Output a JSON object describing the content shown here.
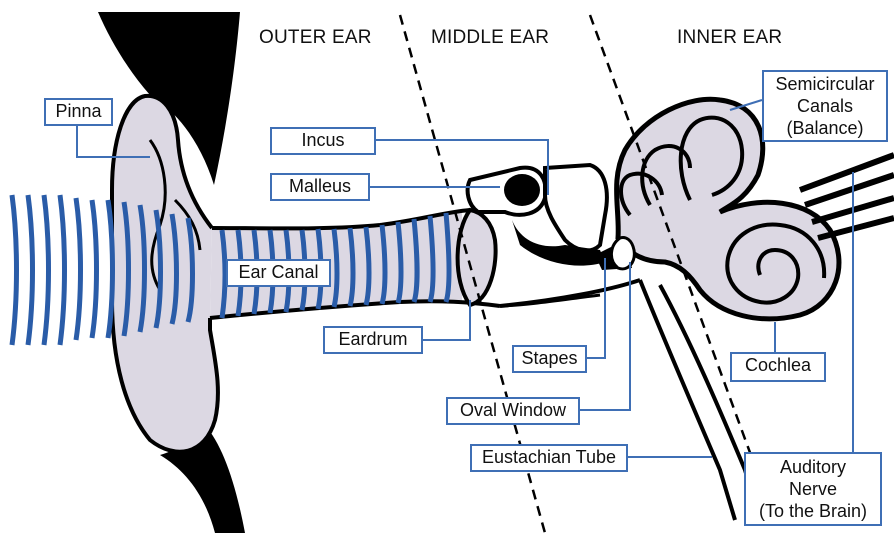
{
  "sections": {
    "outer": "OUTER EAR",
    "middle": "MIDDLE EAR",
    "inner": "INNER EAR"
  },
  "labels": {
    "pinna": "Pinna",
    "incus": "Incus",
    "malleus": "Malleus",
    "ear_canal": "Ear Canal",
    "eardrum": "Eardrum",
    "stapes": "Stapes",
    "oval_window": "Oval Window",
    "eustachian_tube": "Eustachian Tube",
    "semicircular_canals": [
      "Semicircular",
      "Canals",
      "(Balance)"
    ],
    "cochlea": "Cochlea",
    "auditory_nerve": [
      "Auditory",
      "Nerve",
      "(To the Brain)"
    ]
  },
  "colors": {
    "leader": "#3f6fb5",
    "sound_waves": "#2a5ca8",
    "tissue": "#dcd8e3",
    "outline": "#000000"
  }
}
